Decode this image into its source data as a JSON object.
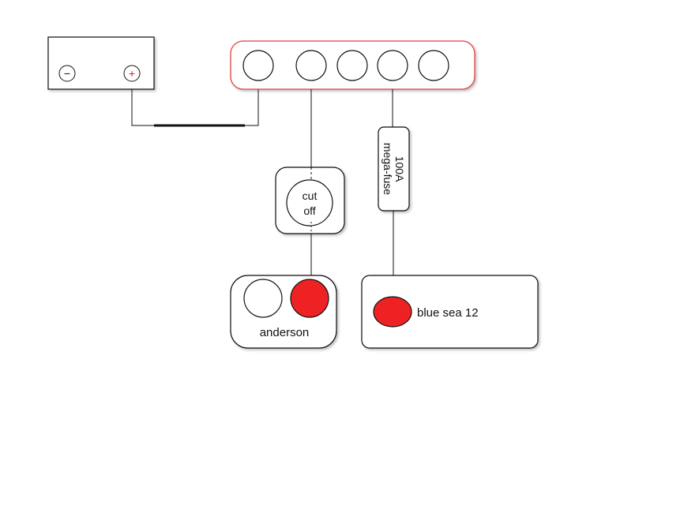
{
  "battery": {
    "negative_symbol": "−",
    "positive_symbol": "+"
  },
  "busbar": {
    "stud_count": 5
  },
  "cutoff": {
    "label_line1": "cut",
    "label_line2": "off"
  },
  "fuse": {
    "label_line1": "100A",
    "label_line2": "mega-fuse"
  },
  "anderson": {
    "label": "anderson"
  },
  "bluesea": {
    "label": "blue sea 12"
  },
  "colors": {
    "line": "#111111",
    "busbar_border": "#e04040",
    "red_fill": "#ee2222",
    "shadow": "#c8c8c8"
  }
}
